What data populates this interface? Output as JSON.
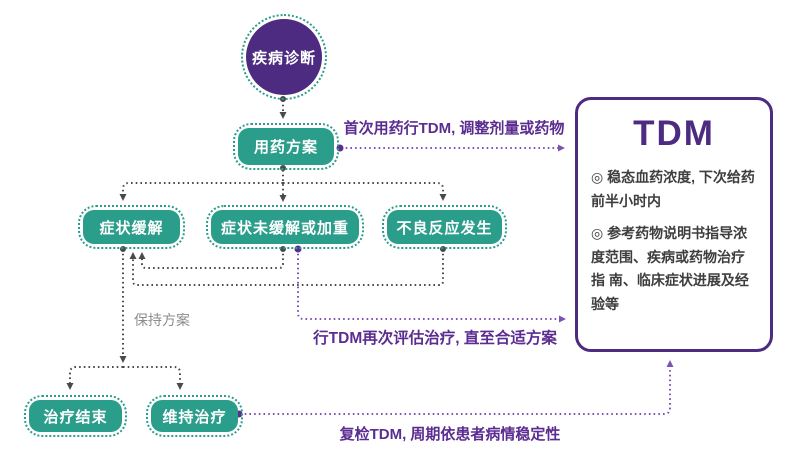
{
  "colors": {
    "teal": "#2B9D8B",
    "purple_dark": "#4C2B80",
    "purple_text": "#5B2D91",
    "purple_line": "#7B52B5",
    "line_dark": "#4A4A4A",
    "gray_text": "#8C8C8C",
    "text_dark": "#3E3E3E",
    "bg": "#FFFFFF"
  },
  "nodes": {
    "diagnosis": {
      "label": "疾病诊断"
    },
    "regimen": {
      "label": "用药方案"
    },
    "relief": {
      "label": "症状缓解"
    },
    "no_relief": {
      "label": "症状未缓解或加重"
    },
    "adverse": {
      "label": "不良反应发生"
    },
    "treatment_end": {
      "label": "治疗结束"
    },
    "maintain": {
      "label": "维持治疗"
    }
  },
  "tdm_panel": {
    "title": "TDM",
    "bullets": [
      "◎ 稳态血药浓度, 下次给药前半小时内",
      "◎ 参考药物说明书指导浓度范围、疾病或药物治疗指 南、临床症状进展及经验等"
    ]
  },
  "edge_labels": {
    "first_tdm": "首次用药行TDM, 调整剂量或药物",
    "keep_plan": "保持方案",
    "re_evaluate": "行TDM再次评估治疗, 直至合适方案",
    "recheck": "复检TDM, 周期依患者病情稳定性"
  }
}
